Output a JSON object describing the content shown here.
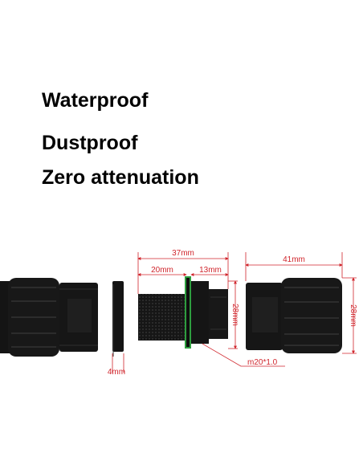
{
  "features": [
    "Waterproof",
    "Dustproof",
    "Zero attenuation"
  ],
  "dimensions": {
    "total_length": "37mm",
    "thread_length": "20mm",
    "body_length": "13mm",
    "body_diameter": "28mm",
    "nut_thickness": "4mm",
    "thread_spec": "m20*1.0",
    "cap_length": "41mm",
    "cap_diameter": "28mm"
  },
  "colors": {
    "dimension": "#d0252c",
    "part": "#141414",
    "seal": "#2e9e3f",
    "text": "#000000"
  }
}
